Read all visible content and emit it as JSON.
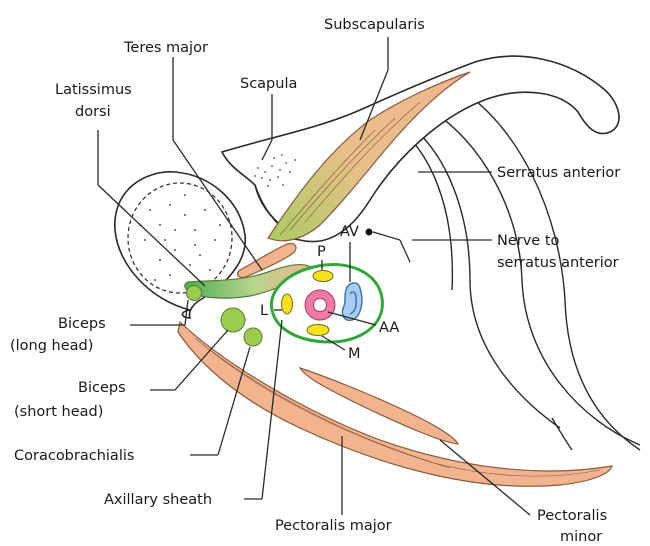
{
  "labels": {
    "teres_major": "Teres major",
    "subscapularis": "Subscapularis",
    "latissimus_line1": "Latissimus",
    "latissimus_line2": "dorsi",
    "scapula": "Scapula",
    "serratus_anterior": "Serratus anterior",
    "nerve_line1": "Nerve to",
    "nerve_line2": "serratus anterior",
    "p": "P",
    "av": "AV",
    "l": "L",
    "aa": "AA",
    "m": "M",
    "biceps_long_line1": "Biceps",
    "biceps_long_line2": "(long head)",
    "biceps_short_line1": "Biceps",
    "biceps_short_line2": "(short head)",
    "coracobrachialis": "Coracobrachialis",
    "axillary_sheath": "Axillary sheath",
    "pectoralis_major": "Pectoralis major",
    "pectoralis_minor_line1": "Pectoralis",
    "pectoralis_minor_line2": "minor"
  },
  "colors": {
    "muscle_fill": "#f2b48f",
    "muscle_stroke": "#8a5a3c",
    "green_fill": "#9ccc4d",
    "green_dark": "#5aa63c",
    "sheath_stroke": "#2fa83a",
    "cord_yellow": "#f5e11c",
    "artery_pink": "#ef7aa0",
    "vein_blue": "#a9cdf2",
    "vein_stroke": "#3a6fb0",
    "line": "#2a2a2a"
  }
}
